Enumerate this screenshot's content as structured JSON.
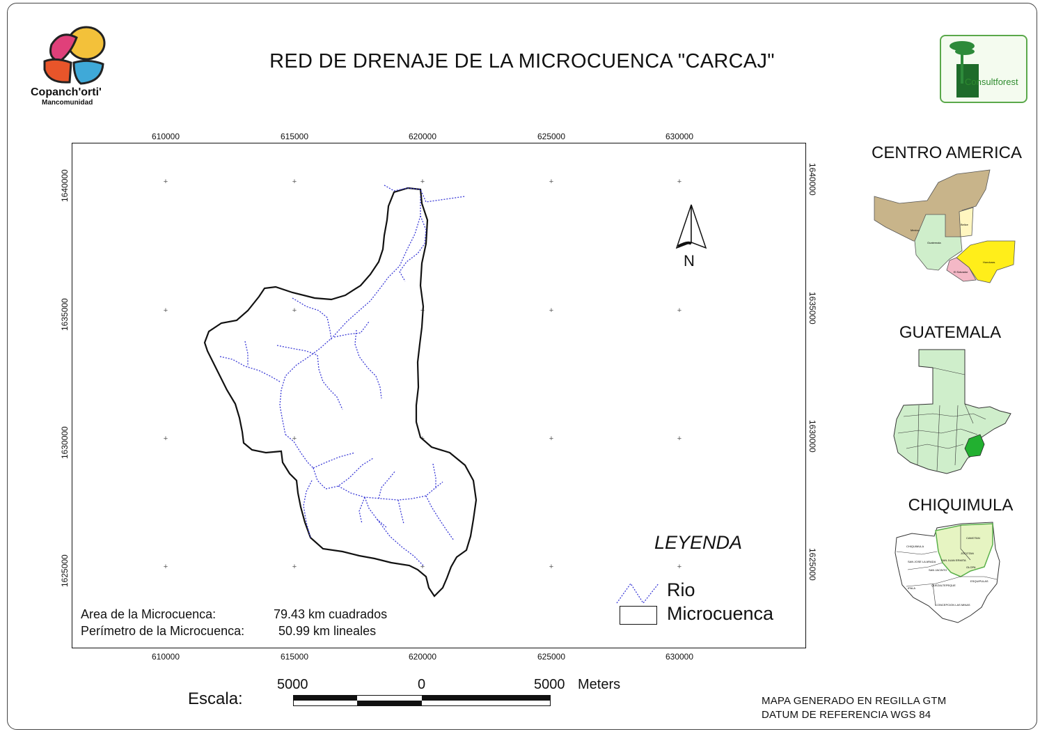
{
  "title": "RED DE DRENAJE DE LA MICROCUENCA \"CARCAJ\"",
  "logos": {
    "left_brand": "Copanch'orti'",
    "left_sub": "Mancomunidad",
    "right_brand": "Consultforest"
  },
  "map": {
    "x_ticks": [
      "610000",
      "615000",
      "620000",
      "625000",
      "630000"
    ],
    "y_ticks": [
      "1640000",
      "1635000",
      "1630000",
      "1625000"
    ],
    "north_label": "N",
    "boundary_color": "#111111",
    "river_color": "#3a3ad6"
  },
  "legend": {
    "title": "LEYENDA",
    "rio": "Rio",
    "microcuenca": "Microcuenca"
  },
  "stats": {
    "area_label": "Area de la Microcuenca:",
    "area_value": "79.43 km cuadrados",
    "perimeter_label": "Perímetro de la Microcuenca:",
    "perimeter_value": "50.99 km lineales"
  },
  "insets": {
    "centro_america": "CENTRO AMERICA",
    "guatemala": "GUATEMALA",
    "chiquimula": "CHIQUIMULA",
    "ca_labels": [
      "Mexico",
      "Belice",
      "Guatemala",
      "Honduras",
      "El Salvador"
    ],
    "chiq_labels": [
      "CHIQUIMULA",
      "CAMOTAN",
      "JOCOTAN",
      "SAN JOSE LA ARADA",
      "SAN JUAN ERMITA",
      "SAN JACINTO",
      "OLOPA",
      "ESQUIPULAS",
      "QUEZALTEPEQUE",
      "IPALA",
      "CONCEPCION LAS MINAS"
    ]
  },
  "scale": {
    "label": "Escala:",
    "left": "5000",
    "mid": "0",
    "right": "5000",
    "unit": "Meters"
  },
  "notes": {
    "line1": "MAPA GENERADO EN REGILLA GTM",
    "line2": "DATUM DE REFERENCIA WGS 84"
  }
}
